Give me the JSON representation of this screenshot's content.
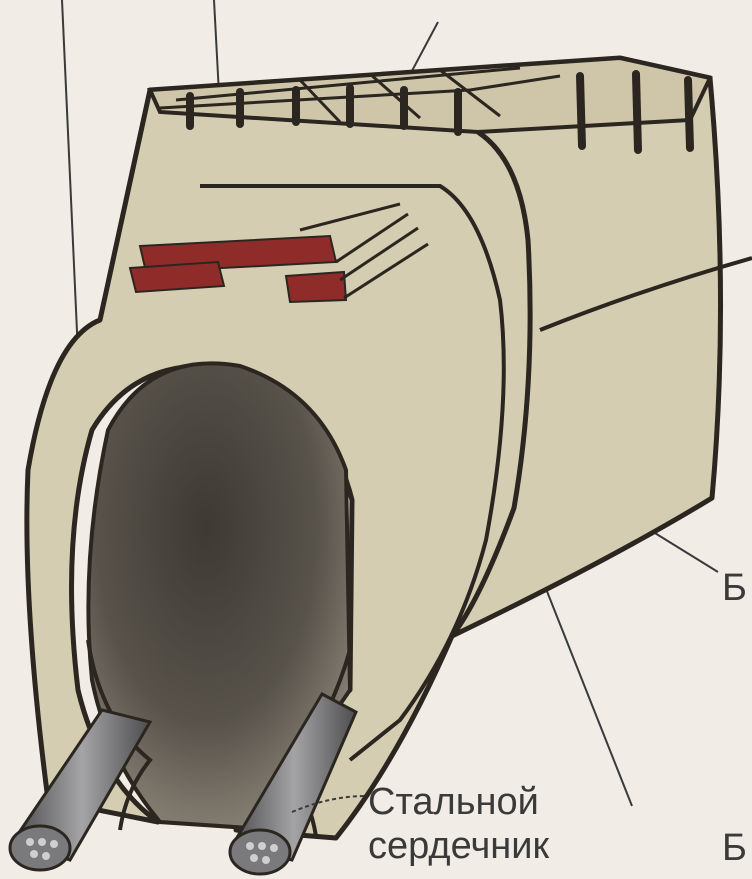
{
  "labels": {
    "steel_core_line1": "Стальной",
    "steel_core_line2": "сердечник",
    "right_label_upper": "Б",
    "right_label_lower": "Б"
  },
  "colors": {
    "background": "#f1ede6",
    "rubber": "#d5cdb2",
    "outline": "#2b2620",
    "breaker": "#8f2c2a",
    "cavity": "#4a463f",
    "steel": "#6e6e70"
  }
}
